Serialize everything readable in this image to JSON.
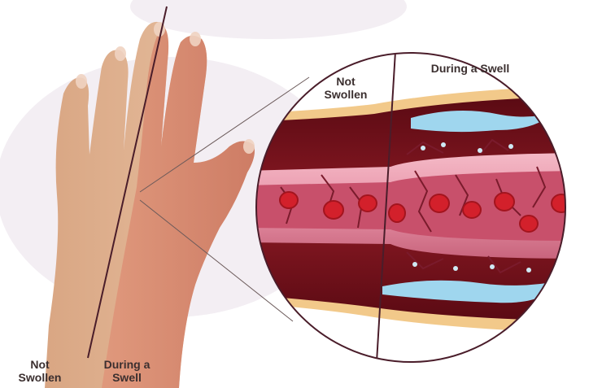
{
  "labels": {
    "hand_normal": [
      "Not",
      "Swollen"
    ],
    "hand_swell": [
      "During a",
      "Swell"
    ],
    "zoom_normal": [
      "Not",
      "Swollen"
    ],
    "zoom_swell": "During a Swell"
  },
  "colors": {
    "background_blob": "#f3eef3",
    "skin_normal": "#e3b796",
    "skin_swollen": "#d4836a",
    "tissue_outer": "#6b0d17",
    "tissue_mid": "#8c1a24",
    "fat_layer": "#f2c98a",
    "vessel_wall": "#e893a8",
    "vessel_lumen": "#c8506b",
    "blood_cell": "#d3202b",
    "fluid": "#9fd6ee",
    "divider_line": "#4a1d2a"
  }
}
